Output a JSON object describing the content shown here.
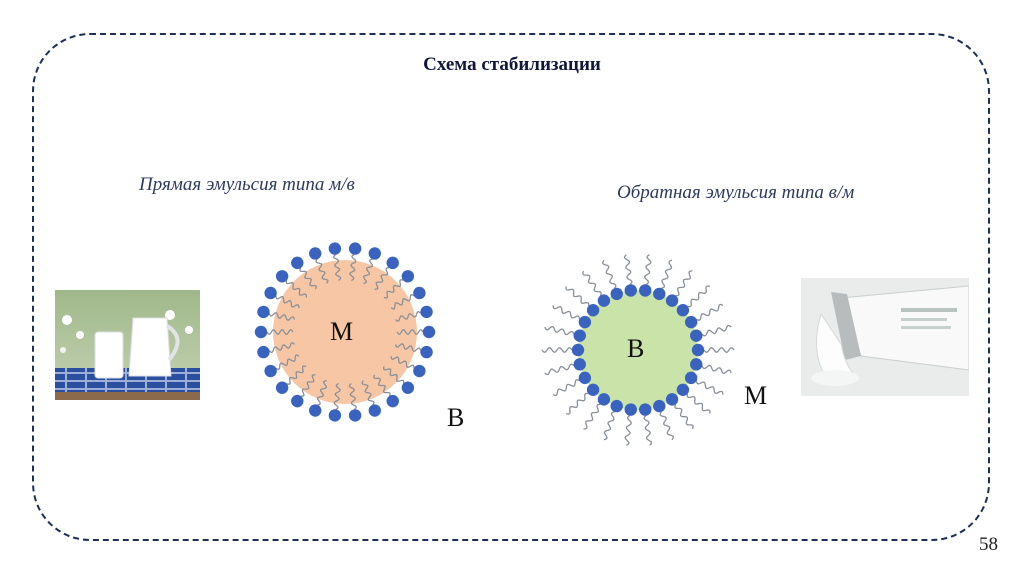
{
  "title": "Схема стабилизации",
  "left_panel": {
    "subtitle": "Прямая эмульсия типа м/в",
    "inner_label": "М",
    "outer_label": "В",
    "photo_icon": "milk-glass-and-jug-icon",
    "core_color": "#f7c7a5",
    "head_color": "#3a63c0"
  },
  "right_panel": {
    "subtitle": "Обратная эмульсия типа в/м",
    "inner_label": "В",
    "outer_label": "М",
    "photo_icon": "cream-tube-icon",
    "core_color": "#c9e3a8",
    "head_color": "#3a63c0"
  },
  "page_number": "58"
}
